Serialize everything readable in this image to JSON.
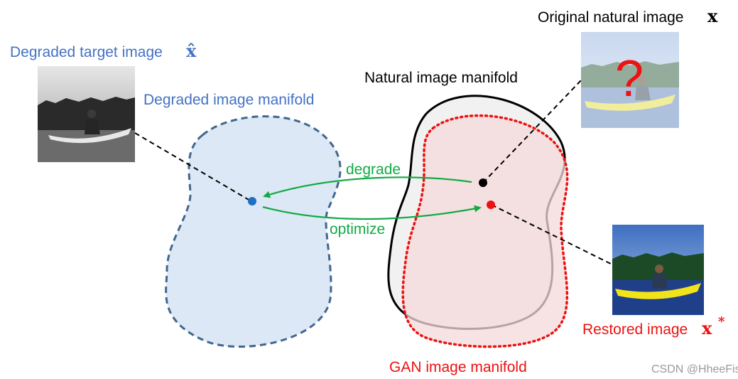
{
  "labels": {
    "degraded_target": "Degraded target image",
    "degraded_target_symbol": "x̂",
    "original_natural": "Original natural image",
    "original_natural_symbol": "x",
    "natural_manifold": "Natural image manifold",
    "degraded_manifold": "Degraded image manifold",
    "gan_manifold": "GAN image manifold",
    "restored": "Restored image",
    "restored_symbol": "x",
    "restored_superscript": "*",
    "question_mark": "?",
    "degrade": "degrade",
    "optimize": "optimize",
    "watermark": "CSDN @HheeFish"
  },
  "colors": {
    "blue_text": "#4472c4",
    "blue_fill": "#dce8f5",
    "blue_stroke": "#41668f",
    "blue_dot": "#1f6fc5",
    "red": "#ee1111",
    "green": "#11aa44",
    "pink_fill": "#f4dada",
    "gray_fill": "#f1f1f1",
    "black": "#000000"
  }
}
